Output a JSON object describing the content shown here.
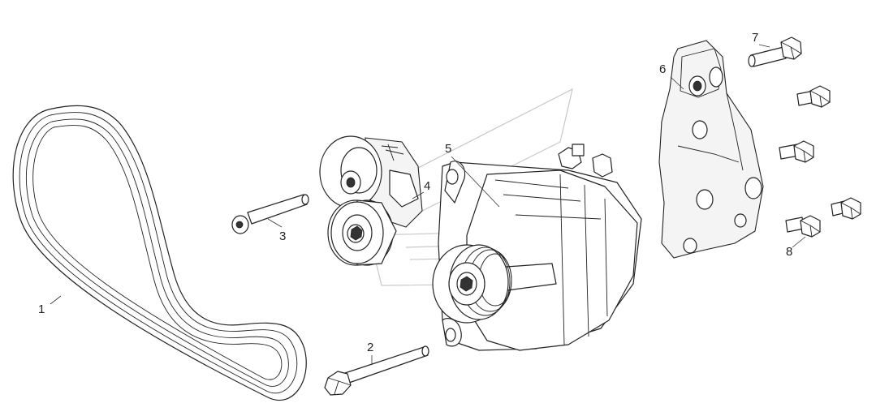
{
  "callouts": [
    {
      "id": "1",
      "label": "1"
    },
    {
      "id": "2",
      "label": "2"
    },
    {
      "id": "3",
      "label": "3"
    },
    {
      "id": "4",
      "label": "4"
    },
    {
      "id": "5",
      "label": "5"
    },
    {
      "id": "6",
      "label": "6"
    },
    {
      "id": "7",
      "label": "7"
    },
    {
      "id": "8",
      "label": "8"
    }
  ],
  "colors": {
    "line": "#222222",
    "background": "#ffffff",
    "watermark": "#c8c8c8"
  }
}
